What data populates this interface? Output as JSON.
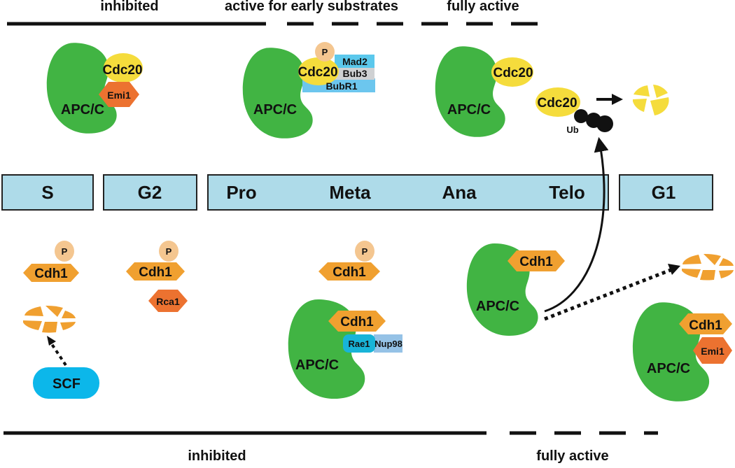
{
  "colors": {
    "apc": "#41b443",
    "cdc20": "#f5dc3c",
    "cdh1": "#f0a030",
    "emi1": "#ec7230",
    "phospho": "#f4c690",
    "mad2": "#5bc8ec",
    "bub3": "#cfd1d3",
    "bubr1": "#6cc6ee",
    "phase_bar": "#aedbe9",
    "scf": "#0cb7ea",
    "rae1": "#18b4d8",
    "nup98": "#95c2e6",
    "line": "#111111"
  },
  "top_states": {
    "inhibited": "inhibited",
    "early": "active for early substrates",
    "full": "fully active"
  },
  "bottom_states": {
    "inhibited": "inhibited",
    "full": "fully active"
  },
  "phases": {
    "s": "S",
    "g2": "G2",
    "pro": "Pro",
    "meta": "Meta",
    "ana": "Ana",
    "telo": "Telo",
    "g1": "G1"
  },
  "labels": {
    "apc": "APC/C",
    "cdc20": "Cdc20",
    "cdh1": "Cdh1",
    "emi1": "Emi1",
    "p": "P",
    "mad2": "Mad2",
    "bub3": "Bub3",
    "bubr1": "BubR1",
    "ub": "Ub",
    "rca1": "Rca1",
    "scf": "SCF",
    "rae1": "Rae1",
    "nup98": "Nup98"
  }
}
